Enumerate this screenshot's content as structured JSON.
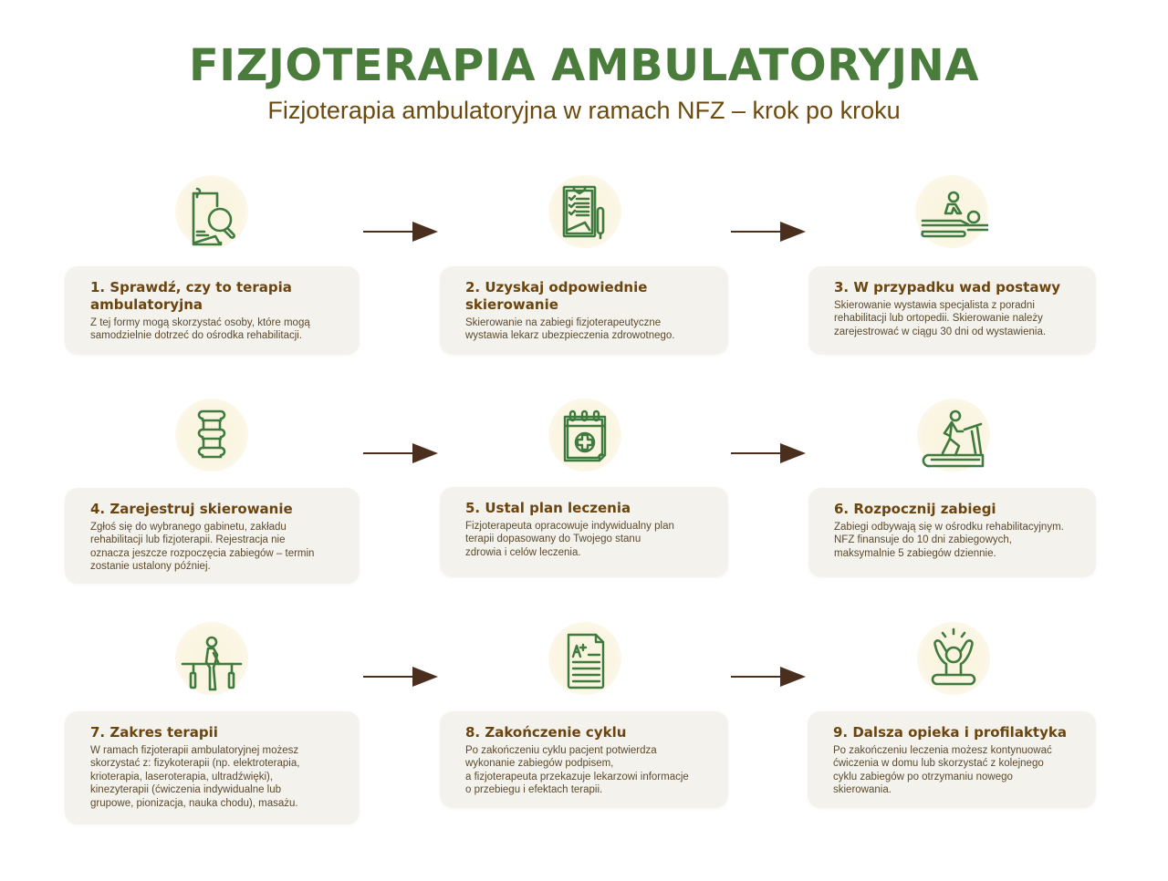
{
  "header": {
    "title": "FIZJOTERAPIA AMBULATORYJNA",
    "subtitle": "Fizjoterapia ambulatoryjna w ramach NFZ – krok po kroku"
  },
  "colors": {
    "title_green": "#4a7c3c",
    "subtitle_brown": "#6b4a10",
    "icon_green": "#3f7a3f",
    "icon_circle": "#faf4dc",
    "card_bg": "#f4f2ec",
    "card_title": "#6b4510",
    "card_text": "#5b4a2e",
    "arrow": "#4a2e1e"
  },
  "steps": [
    {
      "icon": "document-search-icon",
      "title": "1. Sprawdź, czy to terapia ambulatoryjna",
      "text": " Z tej formy mogą skorzystać osoby, które mogą\nsamodzielnie dotrzeć do ośrodka rehabilitacji."
    },
    {
      "icon": "clipboard-checklist-icon",
      "title": "2. Uzyskaj odpowiednie skierowanie",
      "text": "Skierowanie na zabiegi fizjoterapeutyczne\nwystawia lekarz ubezpieczenia zdrowotnego."
    },
    {
      "icon": "massage-icon",
      "title": "3. W przypadku wad postawy",
      "text": "Skierowanie wystawia specjalista z poradni\nrehabilitacji lub ortopedii. Skierowanie należy\nzarejestrować w ciągu 30 dni od wystawienia."
    },
    {
      "icon": "spine-icon",
      "title": "4. Zarejestruj skierowanie",
      "text": "Zgłoś się do wybranego gabinetu, zakładu\nrehabilitacji lub fizjoterapii. Rejestracja nie\noznacza jeszcze rozpoczęcia zabiegów – termin\nzostanie ustalony później."
    },
    {
      "icon": "medical-calendar-icon",
      "title": "5. Ustal plan leczenia",
      "text": "Fizjoterapeuta opracowuje indywidualny plan\nterapii dopasowany do Twojego stanu\nzdrowia i celów leczenia."
    },
    {
      "icon": "treadmill-icon",
      "title": "6. Rozpocznij zabiegi",
      "text": "Zabiegi odbywają się w ośrodku rehabilitacyjnym.\nNFZ finansuje do 10 dni zabiegowych,\nmaksymalnie 5 zabiegów dziennie."
    },
    {
      "icon": "parallel-bars-walking-icon",
      "title": "7. Zakres terapii",
      "text": "W ramach fizjoterapii ambulatoryjnej możesz\nskorzystać z: fizykoterapii (np. elektroterapia,\nkrioterapia, laseroterapia, ultradźwięki),\nkinezyterapii (ćwiczenia indywidualne lub\ngrupowe, pionizacja, nauka chodu), masażu."
    },
    {
      "icon": "graded-document-icon",
      "title": "8. Zakończenie cyklu",
      "text": "Po zakończeniu cyklu pacjent potwierdza\nwykonanie zabiegów podpisem,\na fizjoterapeuta przekazuje lekarzowi informacje\no przebiegu i efektach terapii."
    },
    {
      "icon": "celebrating-person-icon",
      "title": "9. Dalsza opieka i profilaktyka",
      "text": "Po zakończeniu leczenia możesz kontynuować\nćwiczenia w domu lub skorzystać z kolejnego\ncyklu zabiegów po otrzymaniu nowego\nskierowania."
    }
  ]
}
